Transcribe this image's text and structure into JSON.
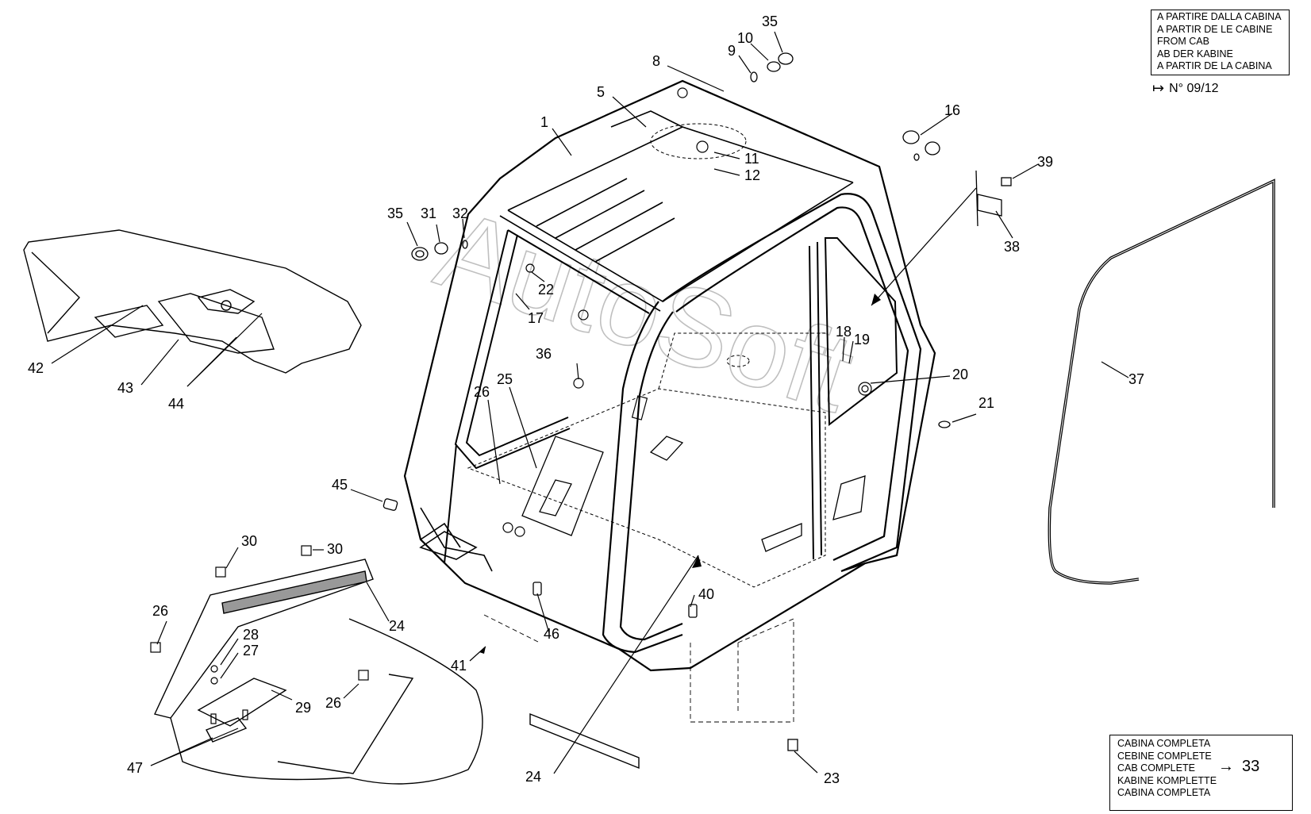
{
  "watermark": "AutoSoft",
  "from_cab_box": {
    "lines": [
      "A PARTIRE DALLA CABINA",
      "A PARTIR DE LE CABINE",
      "FROM CAB",
      "AB DER KABINE",
      "A PARTIR DE LA CABINA"
    ],
    "serial": "N° 09/12"
  },
  "complete_cab_box": {
    "lines": [
      "CABINA COMPLETA",
      "CEBINE COMPLETE",
      "CAB COMPLETE",
      "KABINE KOMPLETTE",
      "CABINA COMPLETA"
    ],
    "ref": "33"
  },
  "callouts": [
    "1",
    "5",
    "8",
    "9",
    "10",
    "35",
    "11",
    "12",
    "16",
    "39",
    "38",
    "35",
    "31",
    "32",
    "22",
    "17",
    "36",
    "25",
    "26",
    "18",
    "19",
    "20",
    "21",
    "37",
    "45",
    "30",
    "30",
    "24",
    "26",
    "28",
    "27",
    "29",
    "26",
    "47",
    "40",
    "46",
    "41",
    "24",
    "23",
    "42",
    "43",
    "44"
  ]
}
